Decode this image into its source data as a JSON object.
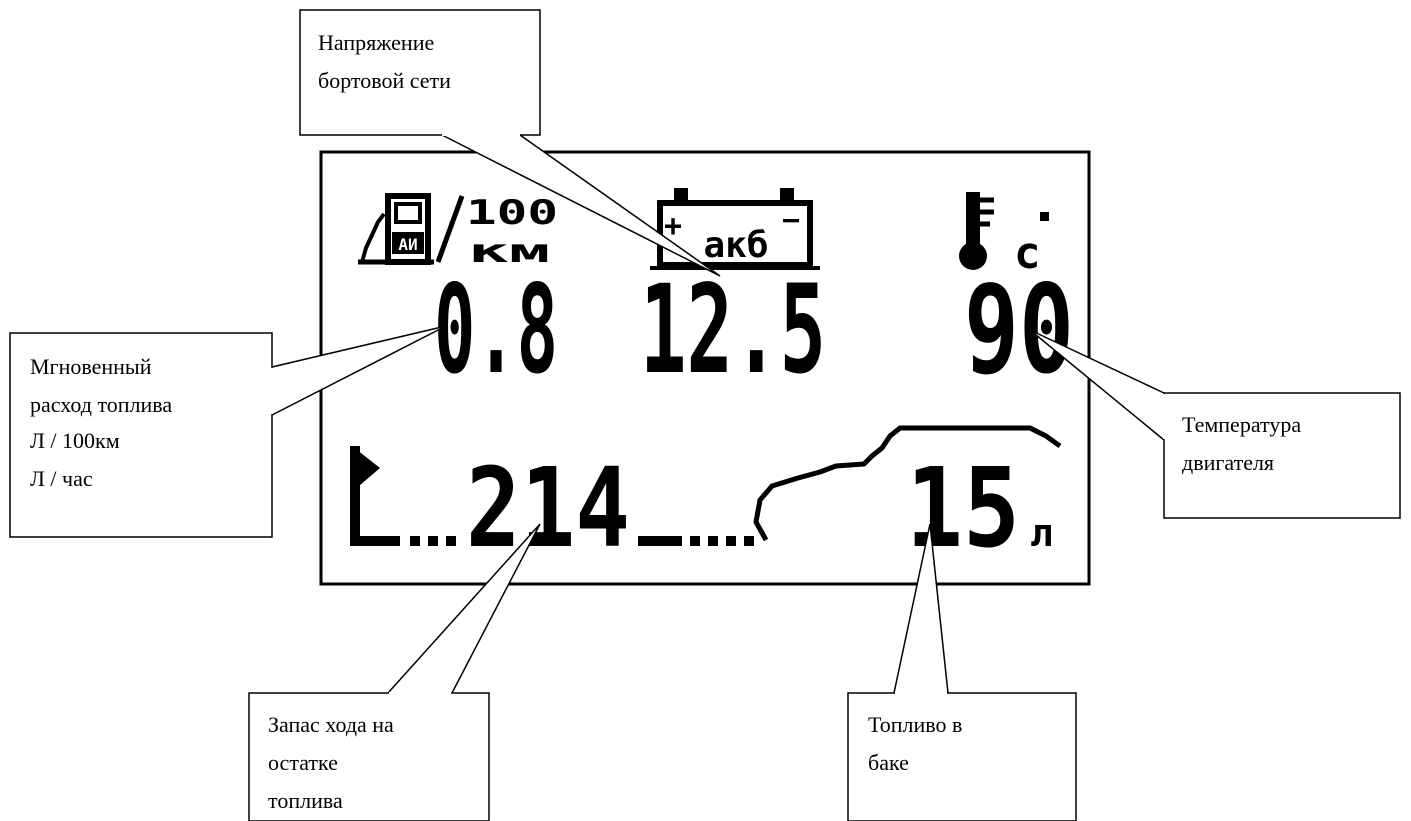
{
  "display": {
    "consumption": {
      "unit_top": "100",
      "unit_bottom": "км",
      "pump_label": "АИ",
      "value": "0.8"
    },
    "battery": {
      "label": "акб",
      "plus": "+",
      "minus": "−",
      "value": "12.5"
    },
    "temperature": {
      "unit": "c",
      "value": "90"
    },
    "range": {
      "value": "214"
    },
    "fuel": {
      "value": "15",
      "unit": "л"
    }
  },
  "callouts": {
    "voltage": [
      "Напряжение",
      "бортовой сети"
    ],
    "instant": [
      "Мгновенный",
      "расход топлива",
      "Л / 100км",
      "Л / час"
    ],
    "temperature": [
      "Температура",
      "двигателя"
    ],
    "range": [
      "Запас хода на",
      "остатке",
      "топлива"
    ],
    "fuel": [
      "Топливо в",
      "баке"
    ]
  }
}
